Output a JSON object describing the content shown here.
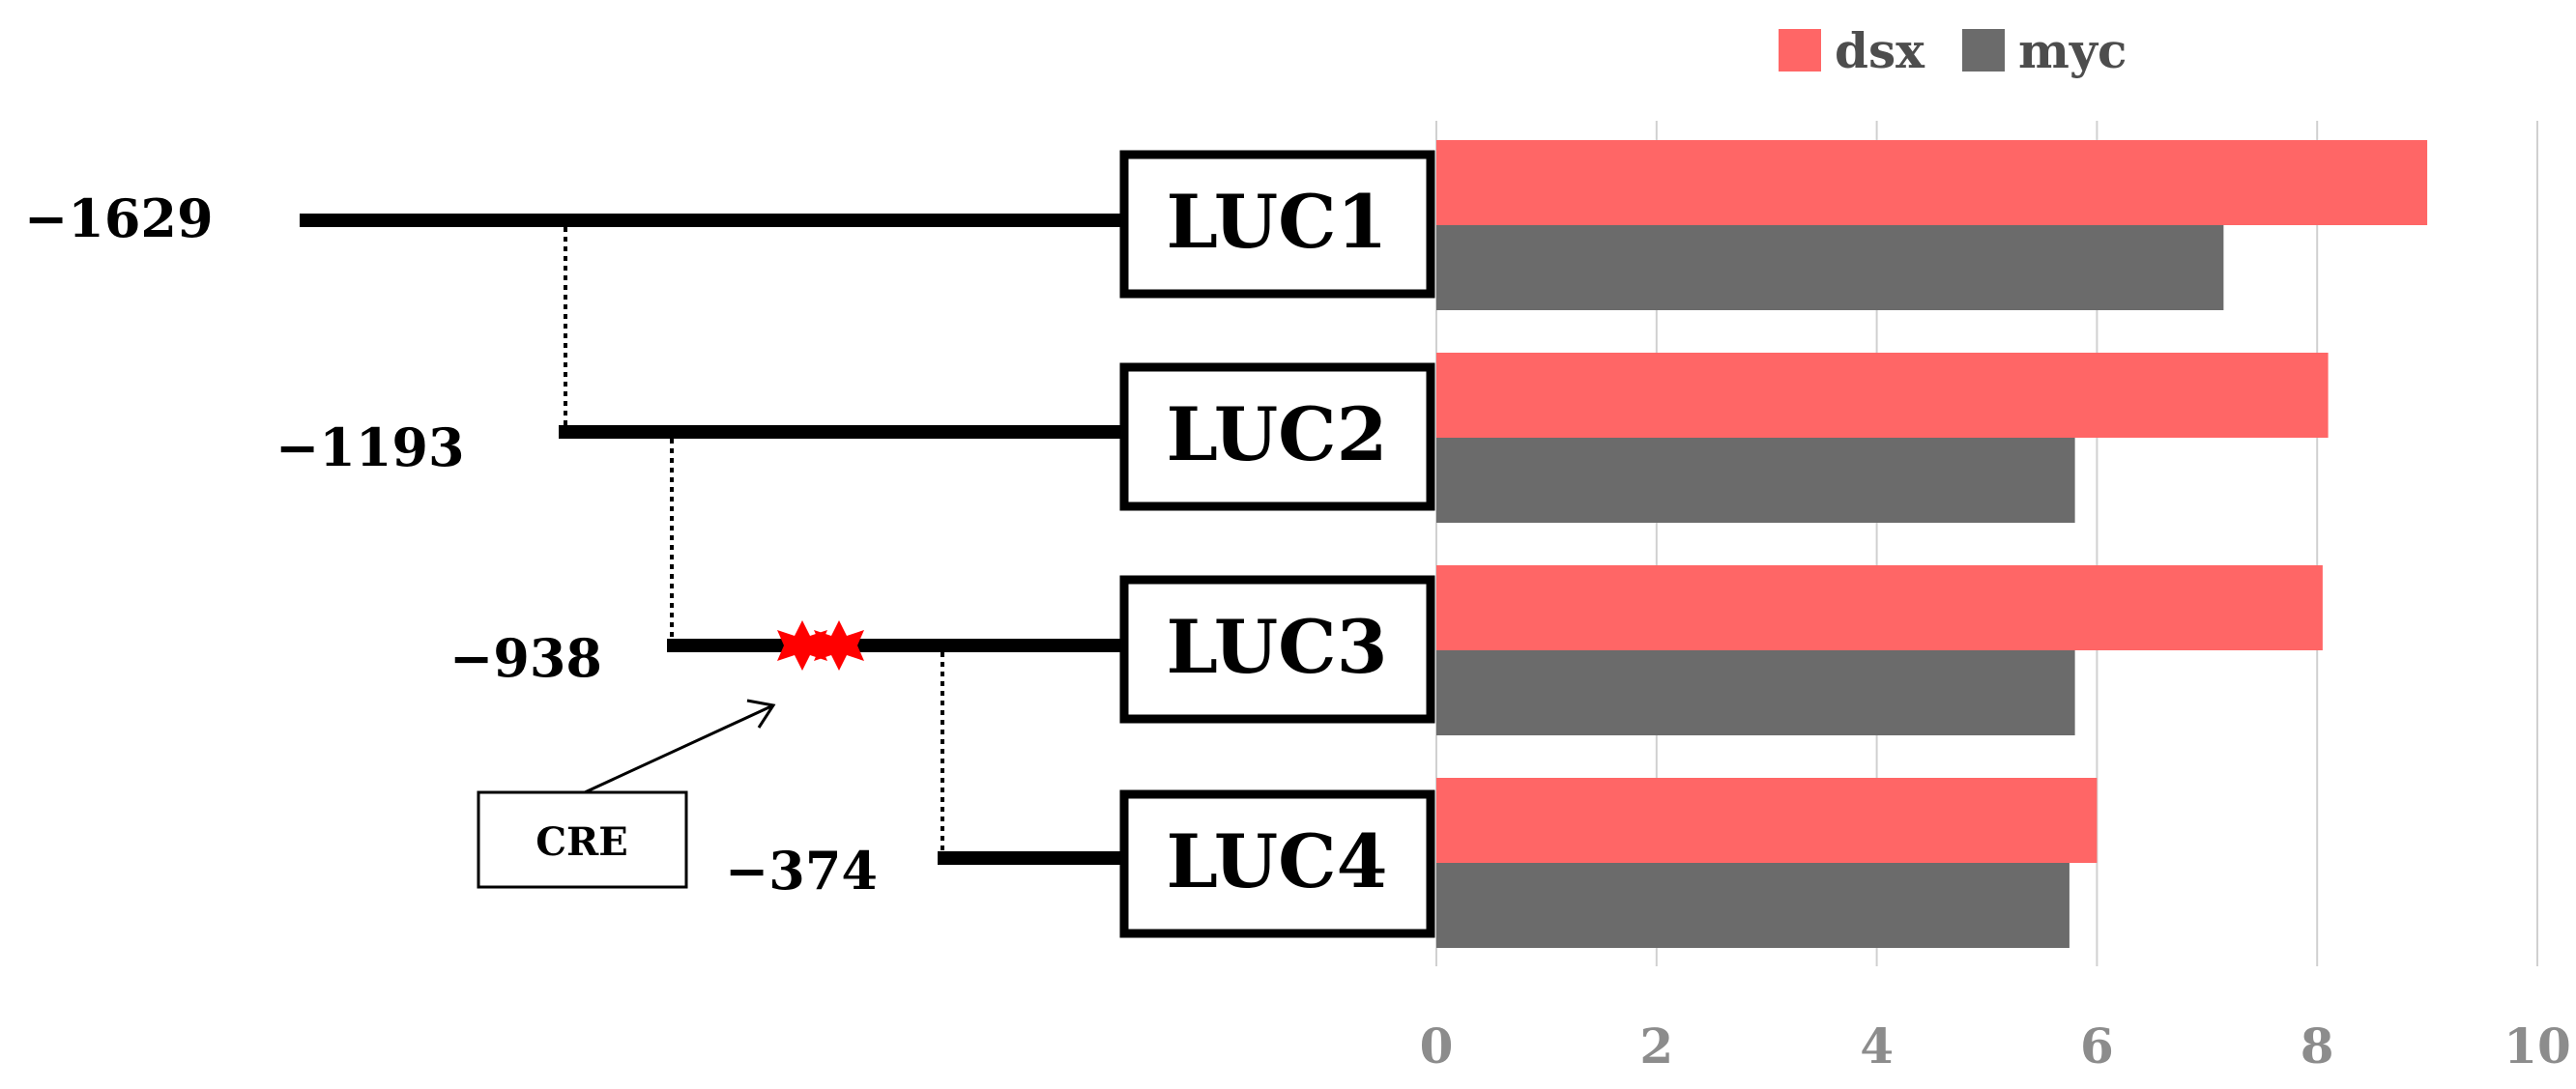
{
  "chart_data": {
    "type": "bar",
    "orientation": "horizontal",
    "categories": [
      "LUC1",
      "LUC2",
      "LUC3",
      "LUC4"
    ],
    "series": [
      {
        "name": "dsx",
        "color": "#ff6666",
        "values": [
          9.0,
          8.1,
          8.05,
          6.0
        ]
      },
      {
        "name": "myc",
        "color": "#6b6b6b",
        "values": [
          7.15,
          5.8,
          5.8,
          5.75
        ]
      }
    ],
    "xlim": [
      0,
      10
    ],
    "xticks": [
      "0",
      "2",
      "4",
      "6",
      "8",
      "10"
    ],
    "grid": "vertical",
    "legend_position": "top-right",
    "title": "",
    "xlabel": "",
    "ylabel": ""
  },
  "promoter_diagram": {
    "positions": [
      "−1629",
      "−1193",
      "−938",
      "−374"
    ],
    "constructs": [
      "LUC1",
      "LUC2",
      "LUC3",
      "LUC4"
    ],
    "element_label": "CRE",
    "element_color": "#ff0000"
  }
}
